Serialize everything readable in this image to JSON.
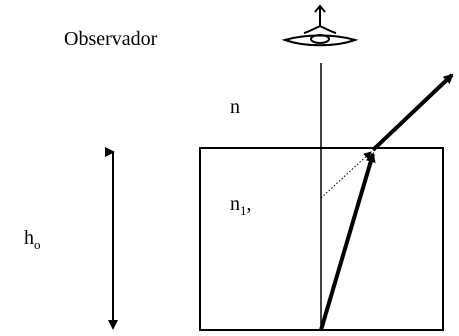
{
  "labels": {
    "observer": "Observador",
    "medium_outside": "n",
    "medium_inside_base": "n",
    "medium_inside_sub": "1",
    "medium_inside_suffix": ",",
    "height_base": "h",
    "height_sub": "o"
  },
  "colors": {
    "ink": "#000000",
    "background": "#ffffff"
  }
}
